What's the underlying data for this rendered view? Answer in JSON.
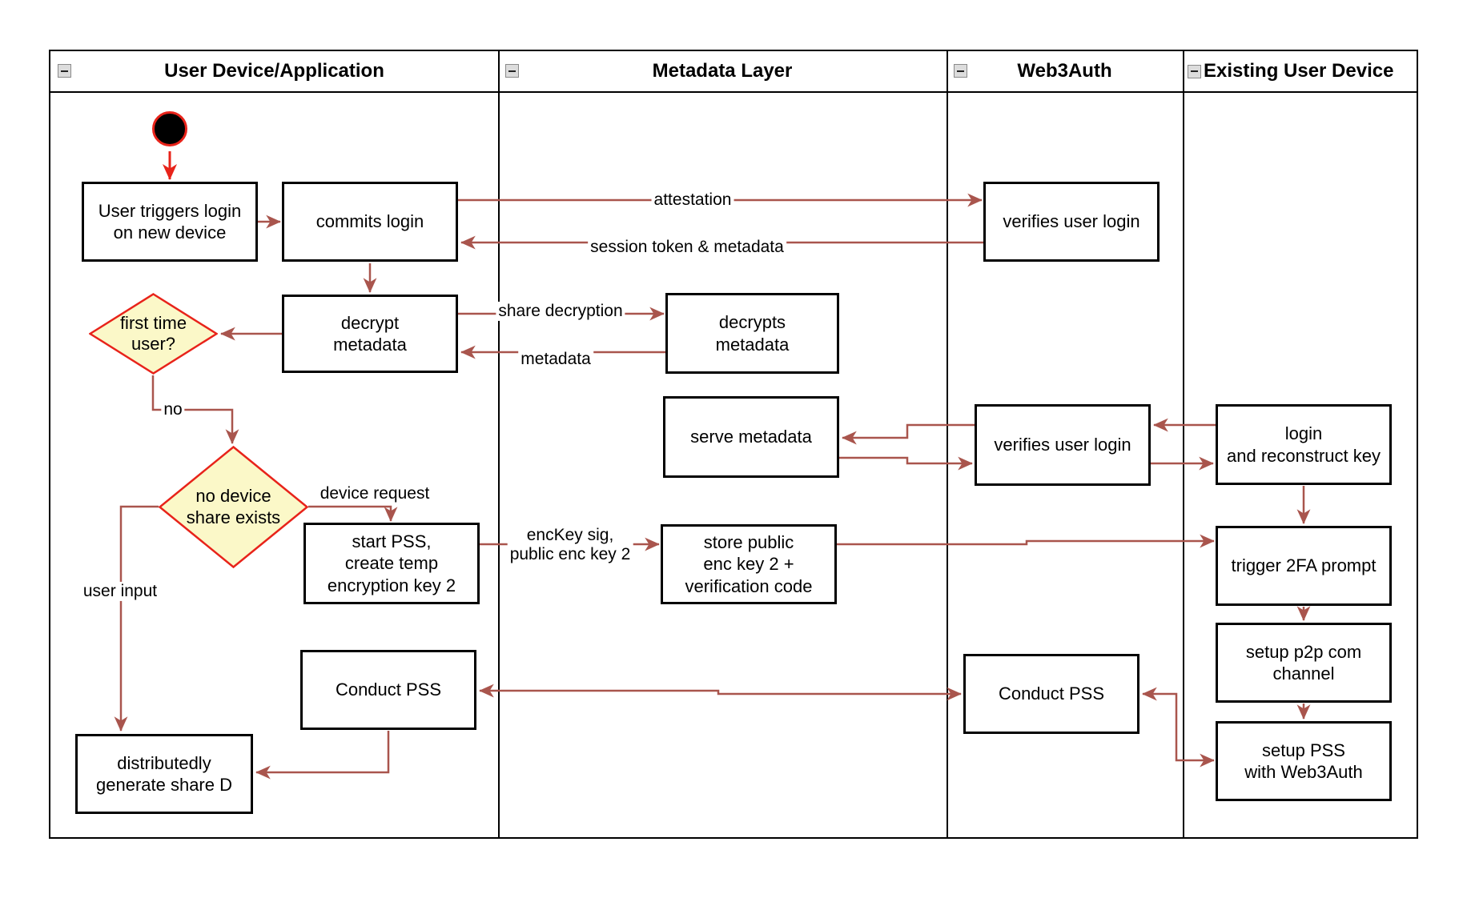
{
  "diagram": {
    "lanes": [
      {
        "title": "User Device/Application",
        "collapse_icon": "minus-icon"
      },
      {
        "title": "Metadata Layer",
        "collapse_icon": "minus-icon"
      },
      {
        "title": "Web3Auth",
        "collapse_icon": "minus-icon"
      },
      {
        "title": "Existing User Device",
        "collapse_icon": "minus-icon"
      }
    ],
    "nodes": {
      "user_triggers": {
        "label": "User triggers login\non new device"
      },
      "commits_login": {
        "label": "commits login"
      },
      "decrypt_metadata": {
        "label": "decrypt\nmetadata"
      },
      "first_time_user": {
        "label": "first time\nuser?"
      },
      "no_device_share": {
        "label": "no device\nshare exists"
      },
      "start_pss": {
        "label": "start PSS,\ncreate temp\nencryption key 2"
      },
      "conduct_pss_user": {
        "label": "Conduct PSS"
      },
      "distributedly_generate": {
        "label": "distributedly\ngenerate share D"
      },
      "decrypts_metadata": {
        "label": "decrypts\nmetadata"
      },
      "serve_metadata": {
        "label": "serve metadata"
      },
      "store_public": {
        "label": "store public\nenc key 2 +\nverification code"
      },
      "verifies_user_login_top": {
        "label": "verifies user login"
      },
      "verifies_user_login_mid": {
        "label": "verifies user login"
      },
      "conduct_pss_web3auth": {
        "label": "Conduct PSS"
      },
      "login_reconstruct": {
        "label": "login\nand reconstruct key"
      },
      "trigger_2fa": {
        "label": "trigger 2FA prompt"
      },
      "setup_p2p": {
        "label": "setup p2p com\nchannel"
      },
      "setup_pss": {
        "label": "setup PSS\nwith Web3Auth"
      }
    },
    "edge_labels": {
      "attestation": "attestation",
      "session_token": "session token & metadata",
      "share_decryption": "share decryption",
      "metadata": "metadata",
      "no": "no",
      "device_request": "device request",
      "enckey": "encKey sig,\npublic enc key 2",
      "user_input": "user input"
    },
    "theme": {
      "edge_color": "#A9554D",
      "accent_red": "#E8231A",
      "diamond_fill": "#FBF8C8",
      "diamond_border": "#E8231A",
      "node_border": "#000000",
      "node_fill": "#FFFFFF",
      "lane_border": "#000000",
      "collapse_bg": "#DCDCDC"
    }
  }
}
